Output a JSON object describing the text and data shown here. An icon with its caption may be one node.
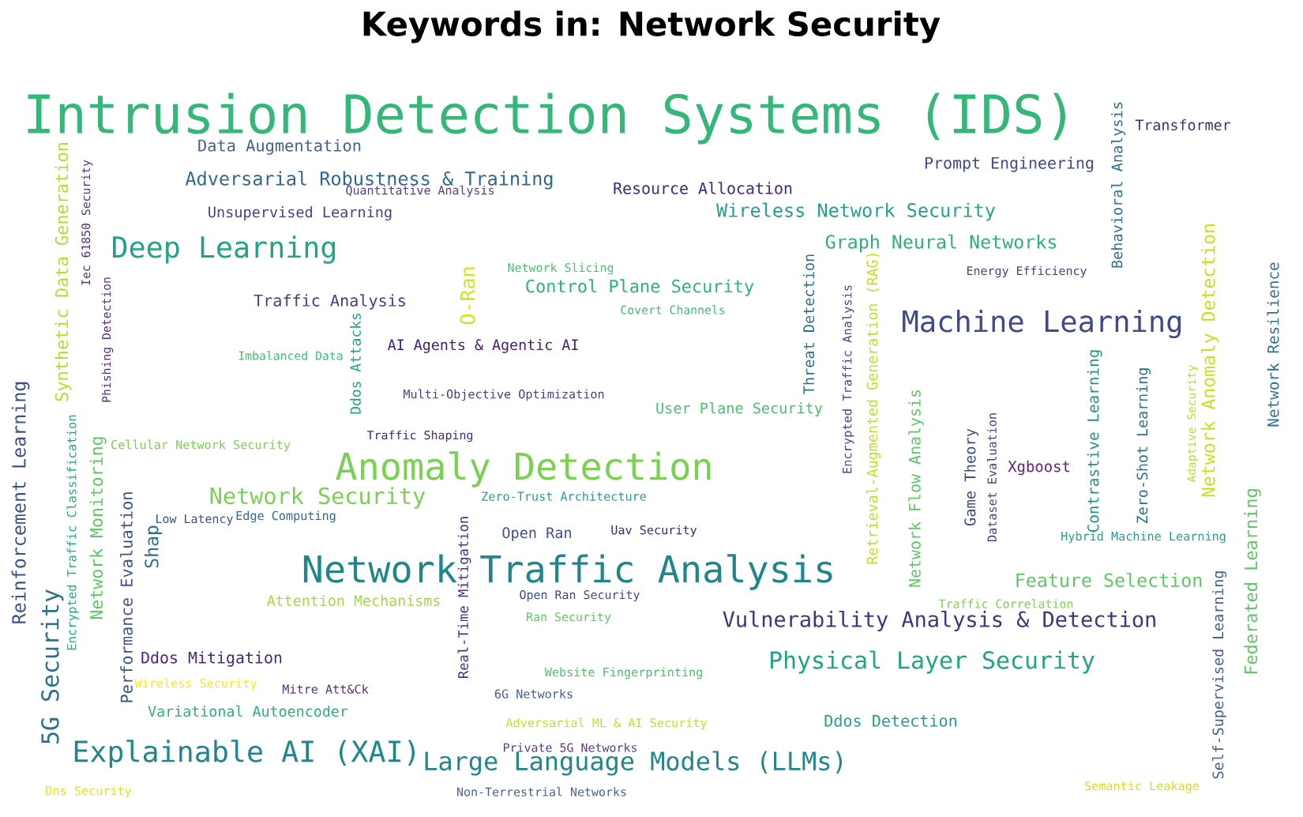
{
  "diagram": {
    "title": "Keywords in: Network Security",
    "labels": [
      "Intrusion Detection Systems (IDS)",
      "Data Augmentation",
      "Transformer",
      "Behavioral Analysis",
      "Prompt Engineering",
      "Adversarial Robustness & Training",
      "Resource Allocation",
      "Quantitative Analysis",
      "Unsupervised Learning",
      "Wireless Network Security",
      "Synthetic Data Generation",
      "Iec 61850 Security",
      "Deep Learning",
      "Graph Neural Networks",
      "Threat Detection",
      "Energy Efficiency",
      "Network Slicing",
      "Network Anomaly Detection",
      "Network Resilience",
      "Phishing Detection",
      "Control Plane Security",
      "Traffic Analysis",
      "O-Ran",
      "Covert Channels",
      "Encrypted Traffic Analysis",
      "Retrieval-Augmented Generation (RAG)",
      "Machine Learning",
      "Ddos Attacks",
      "Imbalanced Data",
      "AI Agents & Agentic AI",
      "Contrastive Learning",
      "Zero-Shot Learning",
      "Adaptive Security",
      "Reinforcement Learning",
      "Multi-Objective Optimization",
      "User Plane Security",
      "Game Theory",
      "Dataset Evaluation",
      "Network Flow Analysis",
      "Traffic Shaping",
      "Cellular Network Security",
      "Encrypted Traffic Classification",
      "Network Monitoring",
      "Anomaly Detection",
      "Xgboost",
      "Network Security",
      "Zero-Trust Architecture",
      "Performance Evaluation",
      "Shap",
      "Low Latency",
      "Edge Computing",
      "Hybrid Machine Learning",
      "Open Ran",
      "Uav Security",
      "Real-Time Mitigation",
      "Network Traffic Analysis",
      "Feature Selection",
      "Self-Supervised Learning",
      "Federated Learning",
      "Attention Mechanisms",
      "Open Ran Security",
      "Traffic Correlation",
      "5G Security",
      "Ran Security",
      "Vulnerability Analysis & Detection",
      "Ddos Mitigation",
      "Physical Layer Security",
      "Website Fingerprinting",
      "Wireless Security",
      "Mitre Att&Ck",
      "6G Networks",
      "Variational Autoencoder",
      "Ddos Detection",
      "Adversarial ML & AI Security",
      "Private 5G Networks",
      "Explainable AI (XAI)",
      "Large Language Models (LLMs)",
      "Dns Security",
      "Non-Terrestrial Networks",
      "Semantic Leakage"
    ]
  }
}
